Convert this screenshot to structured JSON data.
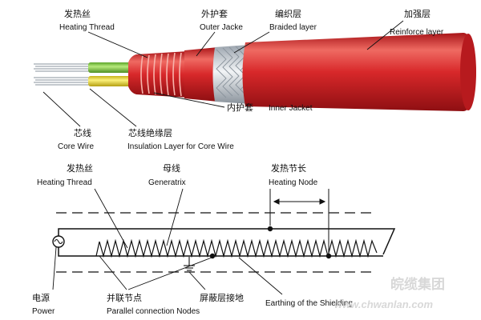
{
  "cable": {
    "heating_thread": {
      "cn": "发热丝",
      "en": "Heating Thread"
    },
    "outer_jacket": {
      "cn": "外护套",
      "en": "Outer Jacke"
    },
    "braided_layer": {
      "cn": "编织层",
      "en": "Braided layer"
    },
    "reinforce_layer": {
      "cn": "加强层",
      "en": "Reinforce layer"
    },
    "inner_jacket": {
      "cn": "内护套",
      "en": "Inner Jacket"
    },
    "core_wire": {
      "cn": "芯线",
      "en": "Core Wire"
    },
    "insulation_layer": {
      "cn": "芯线绝缘层",
      "en": "Insulation Layer for Core Wire"
    }
  },
  "circuit": {
    "heating_thread": {
      "cn": "发热丝",
      "en": "Heating Thread"
    },
    "generatrix": {
      "cn": "母线",
      "en": "Generatrix"
    },
    "heating_node": {
      "cn": "发热节长",
      "en": "Heating Node"
    },
    "power": {
      "cn": "电源",
      "en": "Power"
    },
    "parallel_nodes": {
      "cn": "并联节点",
      "en": "Parallel connection Nodes"
    },
    "shield_earthing": {
      "cn": "屏蔽层接地",
      "en": "Earthing of the Shielding"
    }
  },
  "watermark": {
    "cn": "皖缆集团",
    "url": "www.chwanlan.com"
  },
  "colors": {
    "jacket_red": "#d8282a",
    "jacket_dark": "#a81418",
    "jacket_light": "#ef6a62",
    "core_green": "#8fd14f",
    "core_yellow": "#f3e23a",
    "wire": "#9aa3ad",
    "line": "#111111"
  }
}
